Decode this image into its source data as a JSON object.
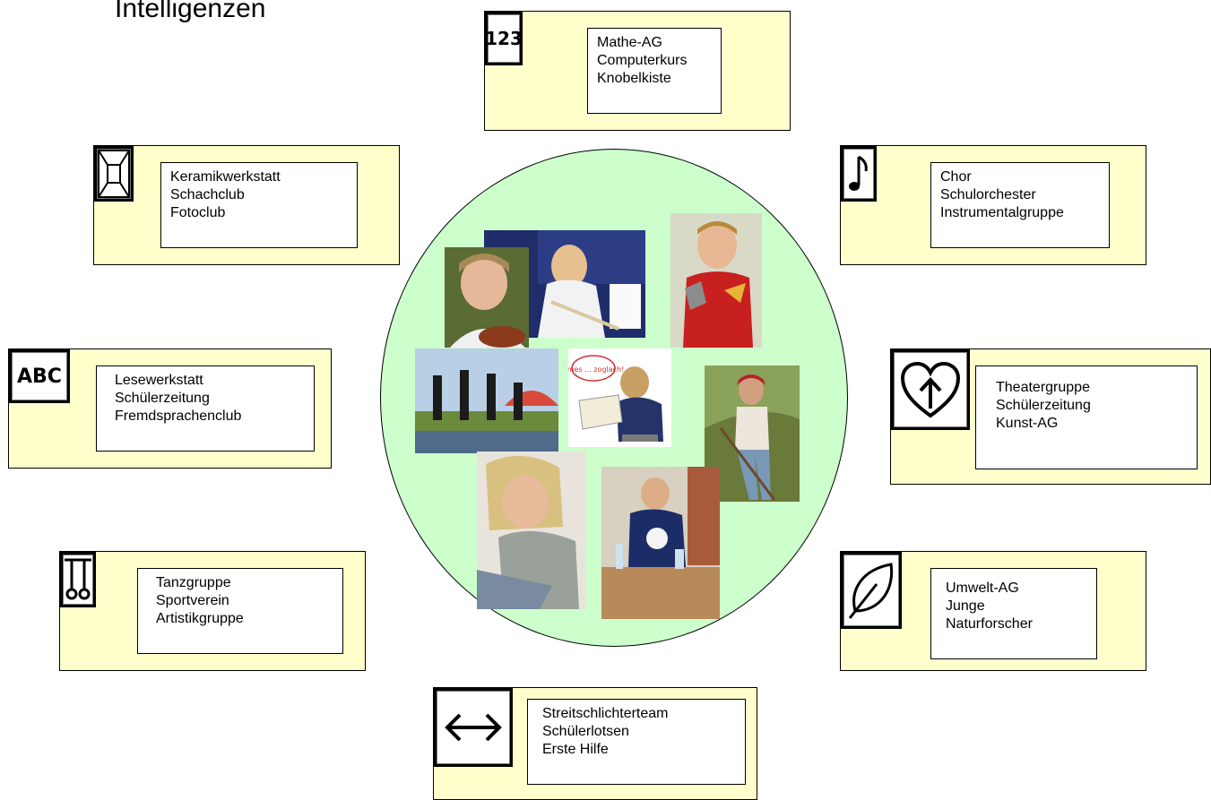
{
  "title": "Intelligenzen",
  "cards": {
    "math": {
      "icon": "123",
      "items": [
        "Mathe-AG",
        "Computerkurs",
        "Knobelkiste"
      ]
    },
    "spatial": {
      "icon": "box-perspective-icon",
      "items": [
        "Keramikwerkstatt",
        "Schachclub",
        "Fotoclub"
      ]
    },
    "music": {
      "icon": "music-note-icon",
      "items": [
        "Chor",
        "Schulorchester",
        "Instrumentalgruppe"
      ]
    },
    "language": {
      "icon": "ABC",
      "items": [
        "Lesewerkstatt",
        "Schülerzeitung",
        "Fremdsprachenclub"
      ]
    },
    "intrapersonal": {
      "icon": "heart-arrow-icon",
      "items": [
        "Theatergruppe",
        "Schülerzeitung",
        "Kunst-AG"
      ]
    },
    "body": {
      "icon": "gymnastic-rings-icon",
      "items": [
        "Tanzgruppe",
        "Sportverein",
        "Artistikgruppe"
      ]
    },
    "nature": {
      "icon": "leaf-icon",
      "items": [
        "Umwelt-AG",
        "Junge",
        "Naturforscher"
      ]
    },
    "interpersonal": {
      "icon": "double-arrow-icon",
      "items": [
        "Streitschlichterteam",
        "Schülerlotsen",
        "Erste Hilfe"
      ]
    }
  },
  "photo_bubble_text": "Emes ... zoglach!"
}
